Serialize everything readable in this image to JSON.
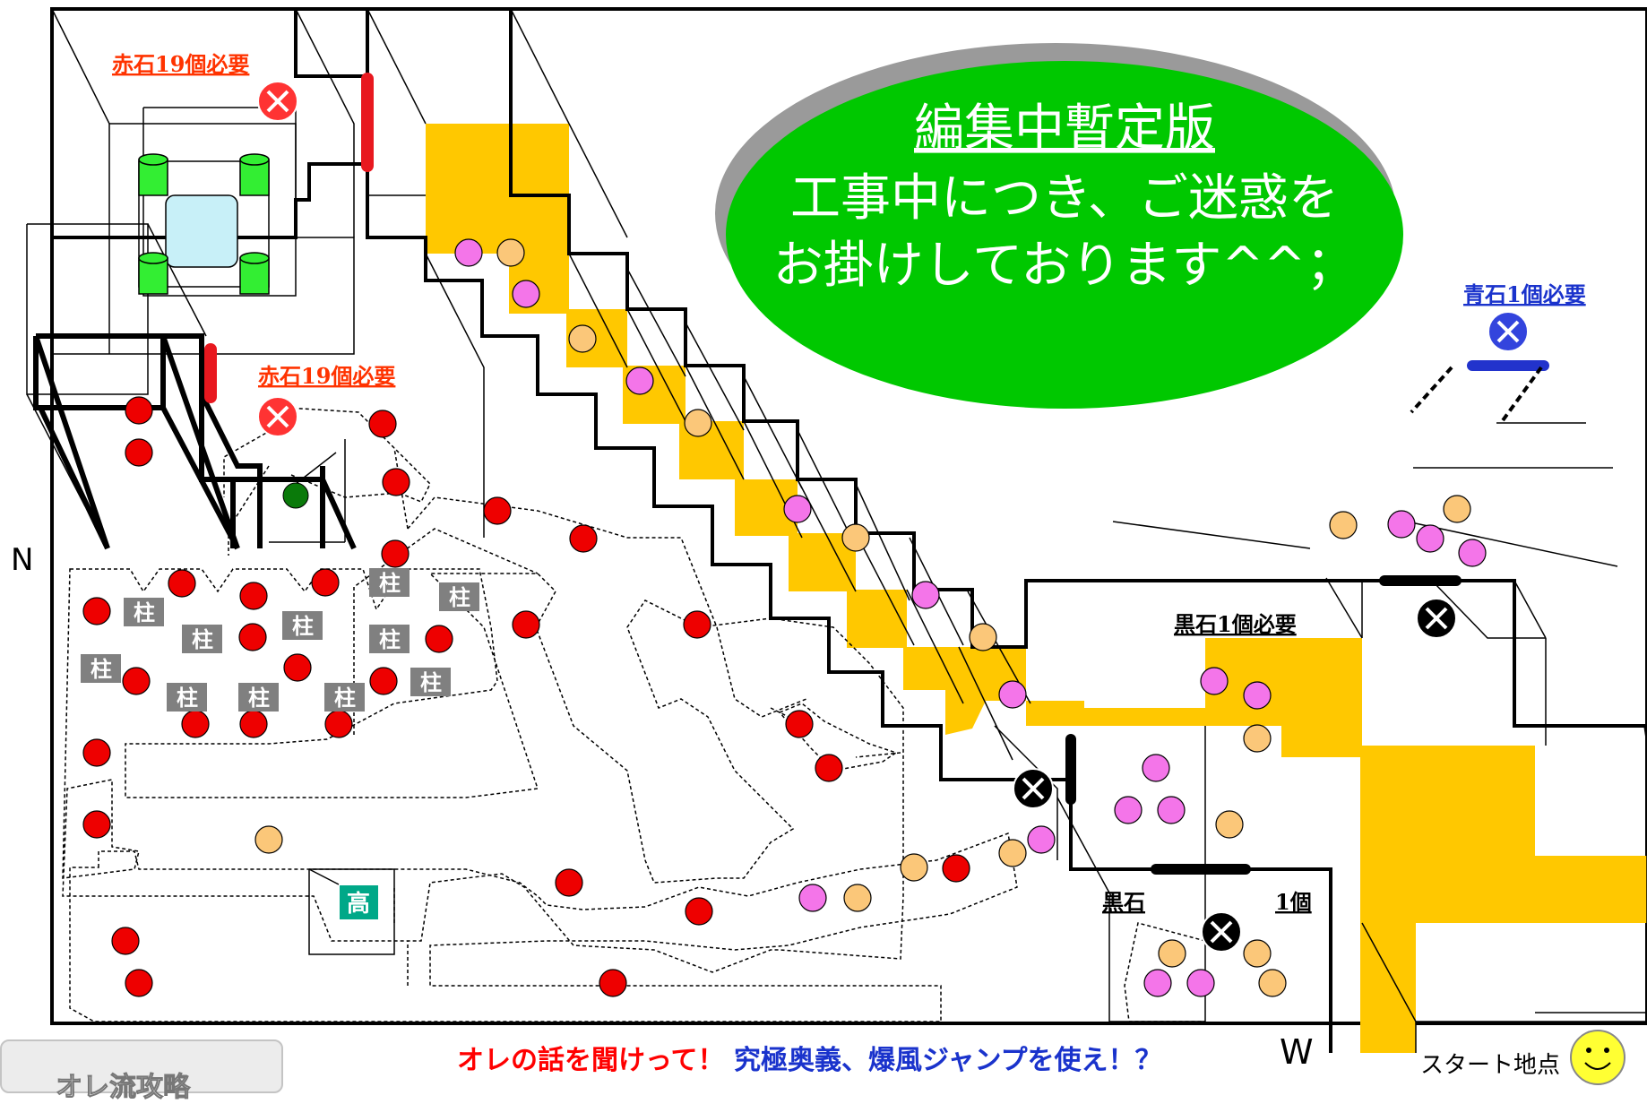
{
  "banner": {
    "line1": "編集中暫定版",
    "line2": "工事中につき、ご迷惑を",
    "line3": "お掛けしております^^；"
  },
  "labels": {
    "red_req_top": "赤石19個必要",
    "red_req_mid": "赤石19個必要",
    "blue_req": "青石1個必要",
    "black_req": "黒石1個必要",
    "black_left": "黒石",
    "black_right": "1個",
    "pillar": "柱",
    "high": "高"
  },
  "compass": {
    "north": "N",
    "west": "W"
  },
  "bottom_message": {
    "red_part": "オレの話を聞けって！",
    "blue_part": "究極奥義、爆風ジャンプを使え！？"
  },
  "start_label": "スタート地点",
  "tab_label": "オレ流攻略",
  "colors": {
    "red_item": "#ff0000",
    "orange_item": "#fbc779",
    "pink_item": "#f475e9",
    "yellow_zone": "#ffc800",
    "banner_green": "#00c800",
    "label_red": "#ff3300",
    "label_blue": "#1a33cc",
    "pillar_bg": "#808080",
    "high_bg": "#00a888"
  }
}
